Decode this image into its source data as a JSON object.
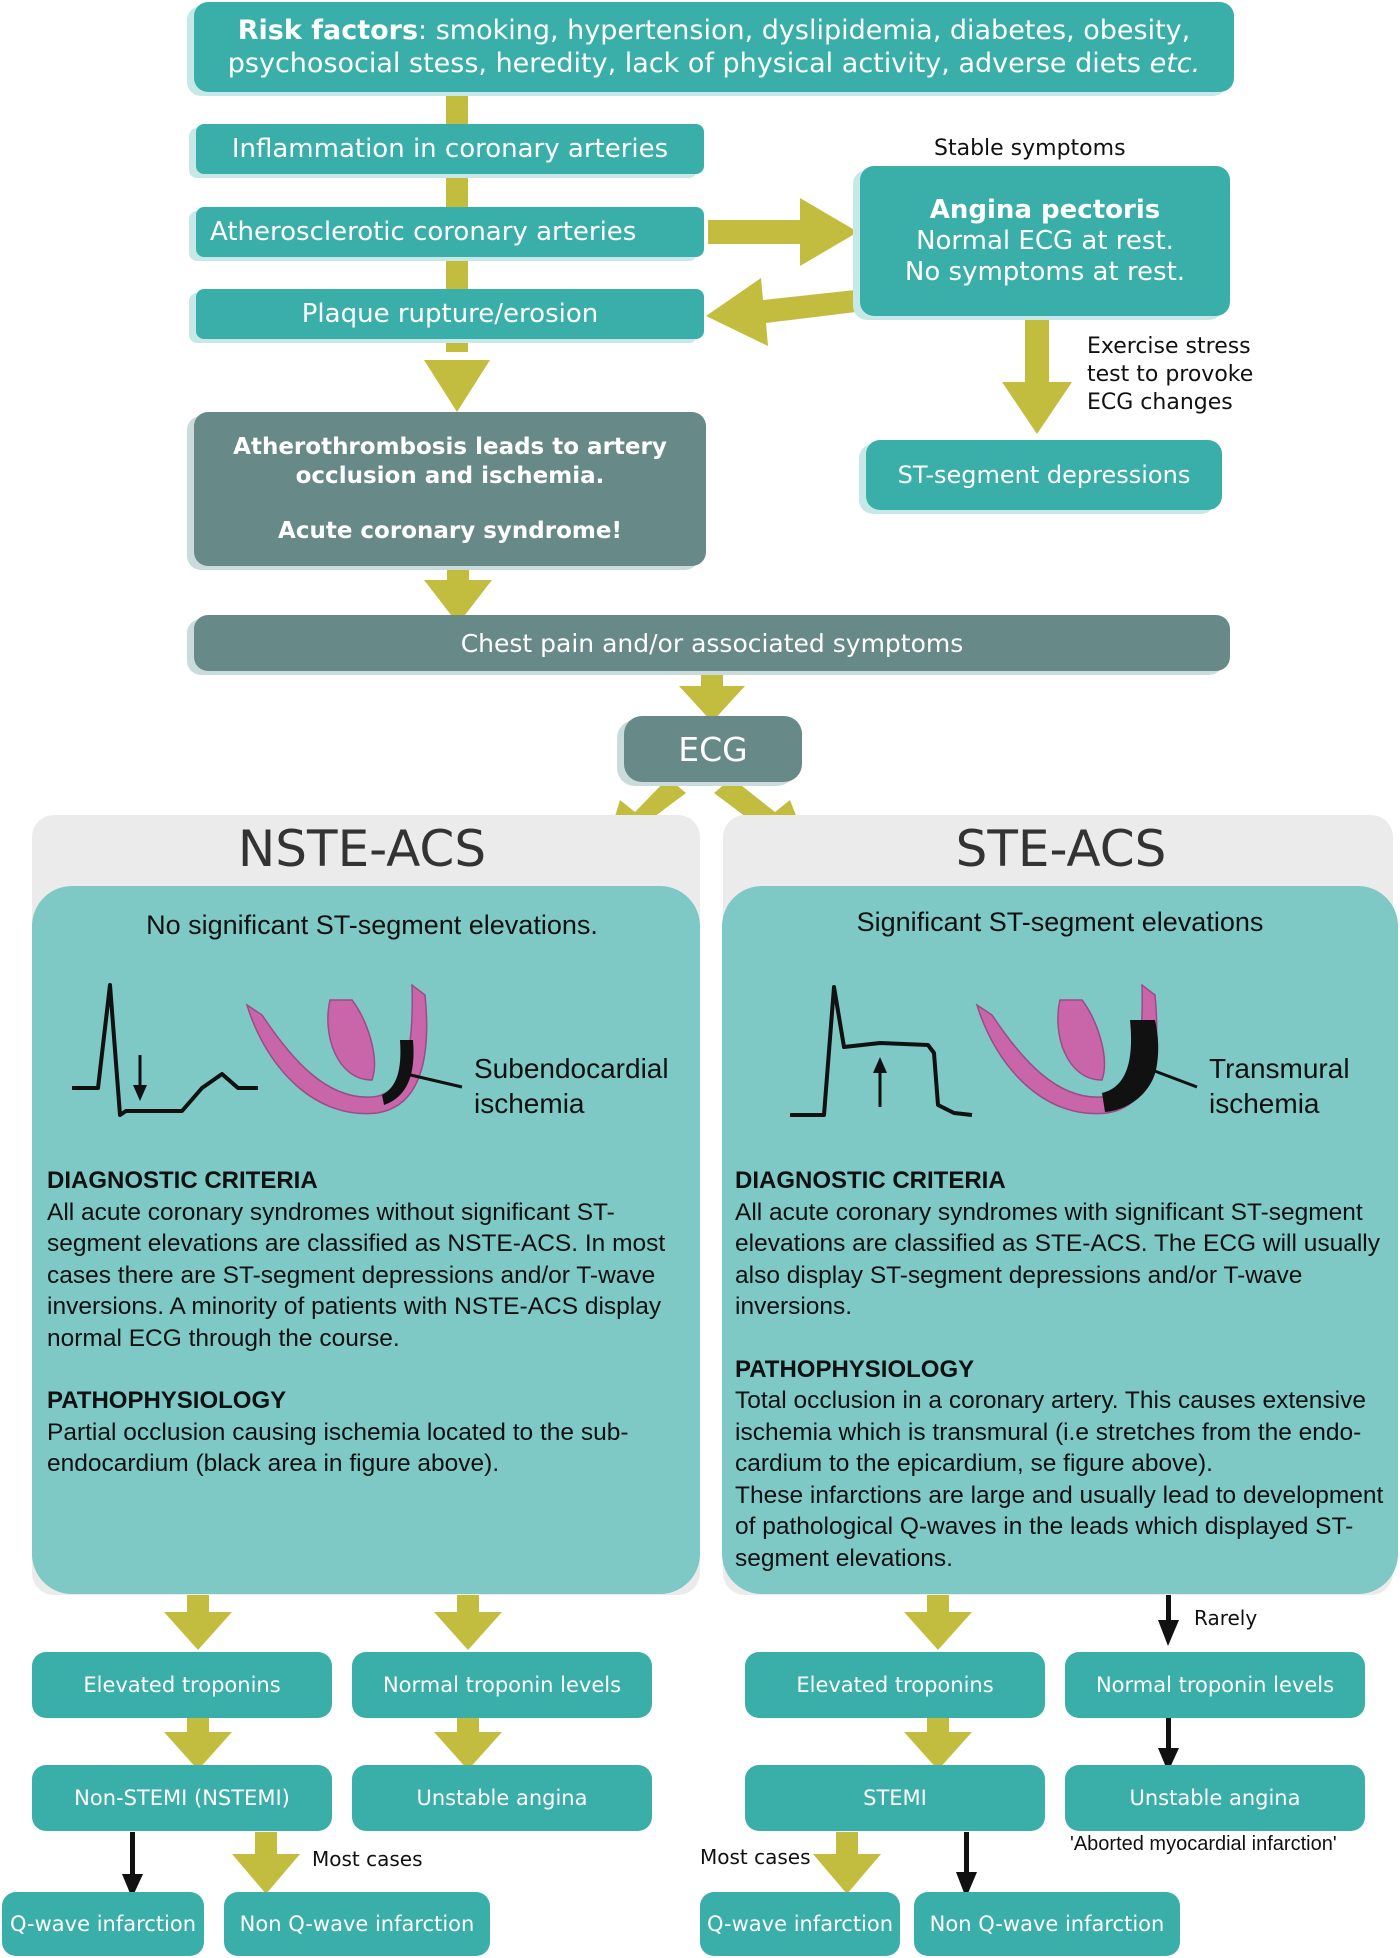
{
  "risk_factors": {
    "label": "Risk factors",
    "line1": ": smoking, hypertension, dyslipidemia, diabetes, obesity,",
    "line2a": "psychosocial stess, heredity, lack of physical activity, adverse diets ",
    "line2b": "etc."
  },
  "chain": {
    "inflammation": "Inflammation in coronary arteries",
    "atherosclerotic": "Atherosclerotic coronary arteries",
    "plaque": "Plaque rupture/erosion",
    "atherothrombosis_line1": "Atherothrombosis leads to artery",
    "atherothrombosis_line2": "occlusion and ischemia.",
    "acs": "Acute coronary syndrome!",
    "chest_pain": "Chest pain and/or associated symptoms",
    "ecg": "ECG"
  },
  "stable": {
    "label": "Stable symptoms",
    "angina_title": "Angina pectoris",
    "angina_line1": "Normal ECG at rest.",
    "angina_line2": "No symptoms at rest.",
    "exercise_line1": "Exercise stress",
    "exercise_line2": "test to provoke",
    "exercise_line3": "ECG changes",
    "st_depressions": "ST-segment depressions"
  },
  "nste": {
    "title": "NSTE-ACS",
    "subtitle": "No significant ST-segment elevations.",
    "ischemia_line1": "Subendocardial",
    "ischemia_line2": "ischemia",
    "diag_heading": "DIAGNOSTIC CRITERIA",
    "diag_lines": [
      "All acute coronary syndromes without significant ST-",
      "segment elevations are classified as NSTE-ACS. In most",
      "cases there are ST-segment depressions and/or T-wave",
      "inversions. A minority of patients with NSTE-ACS display",
      "normal ECG through the course."
    ],
    "patho_heading": "PATHOPHYSIOLOGY",
    "patho_lines": [
      "Partial occlusion causing ischemia located to the sub-",
      "endocardium (black area in figure above)."
    ],
    "elevated": "Elevated troponins",
    "normal": "Normal troponin levels",
    "nstemi": "Non-STEMI (NSTEMI)",
    "unstable": "Unstable angina",
    "most_cases": "Most cases",
    "q_wave": "Q-wave infarction",
    "non_q_wave": "Non Q-wave infarction"
  },
  "ste": {
    "title": "STE-ACS",
    "subtitle": "Significant ST-segment elevations",
    "ischemia_line1": "Transmural",
    "ischemia_line2": "ischemia",
    "diag_heading": "DIAGNOSTIC CRITERIA",
    "diag_lines": [
      "All acute coronary syndromes with significant ST-segment",
      "elevations are classified as STE-ACS. The ECG will usually",
      "also display ST-segment depressions and/or T-wave",
      "inversions."
    ],
    "patho_heading": "PATHOPHYSIOLOGY",
    "patho_lines": [
      "Total occlusion in a coronary artery. This causes extensive",
      "ischemia which is transmural (i.e stretches from the endo-",
      "cardium to the epicardium, se figure above).",
      "These infarctions are large and usually lead to development",
      "of pathological Q-waves in the leads which displayed ST-",
      "segment elevations."
    ],
    "rarely": "Rarely",
    "elevated": "Elevated troponins",
    "normal": "Normal troponin levels",
    "stemi": "STEMI",
    "unstable": "Unstable angina",
    "aborted": "'Aborted myocardial infarction'",
    "most_cases": "Most cases",
    "q_wave": "Q-wave infarction",
    "non_q_wave": "Non Q-wave infarction"
  },
  "colors": {
    "teal": "#3aafa9",
    "slate": "#678a88",
    "olive_arrow": "#c3bd3f",
    "panel_bg": "#ebebeb",
    "panel_inner": "#7ec8c5",
    "myocardium": "#c966aa"
  }
}
